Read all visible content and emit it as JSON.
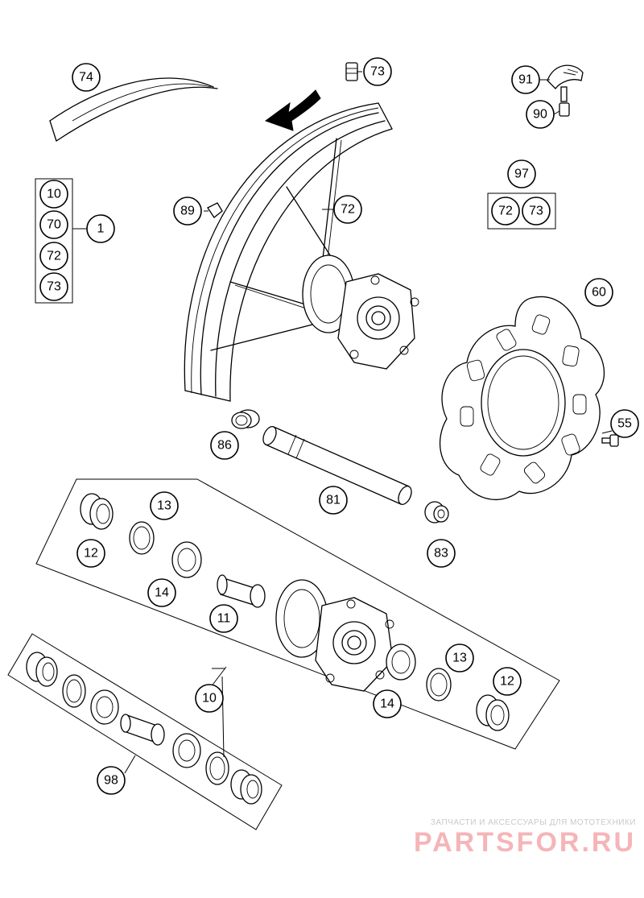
{
  "diagram": {
    "callouts": {
      "rim_tape": "74",
      "valve_top": "73",
      "valve_nut": "91",
      "valve_core": "90",
      "kit_97": "97",
      "kit_97_a": "72",
      "kit_97_b": "73",
      "kit_1_a": "10",
      "kit_1_b": "70",
      "kit_1_c": "72",
      "kit_1_d": "73",
      "kit_1": "1",
      "nipple": "89",
      "spoke": "72",
      "disc": "60",
      "disc_screw": "55",
      "spacer_left": "86",
      "axle": "81",
      "spacer_right": "83",
      "seal_left": "13",
      "seal_left_ring": "12",
      "bearing_left": "14",
      "distance_sleeve": "11",
      "hub": "10",
      "bearing_right": "14",
      "seal_right": "13",
      "seal_right_ring": "12",
      "repair_kit": "98"
    },
    "watermark": {
      "subtitle": "ЗАПЧАСТИ И АКСЕССУАРЫ ДЛЯ МОТОТЕХНИКИ",
      "brand": "PARTSFOR.RU"
    }
  }
}
